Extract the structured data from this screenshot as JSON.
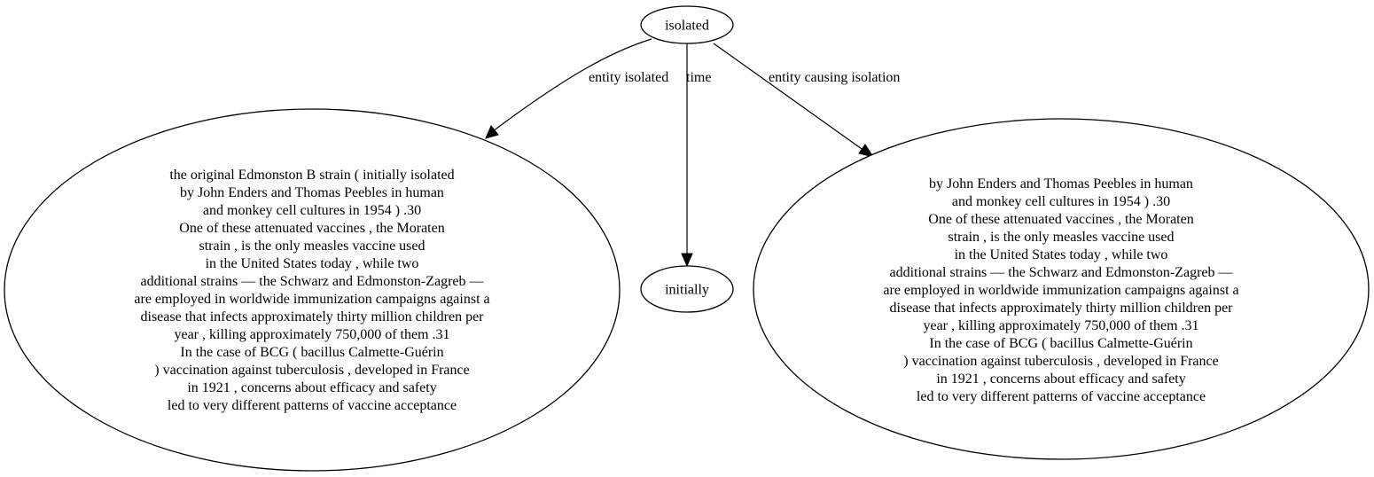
{
  "graph": {
    "nodes": {
      "isolated": {
        "label": "isolated"
      },
      "initially": {
        "label": "initially"
      },
      "left_text": {
        "lines": [
          "the original Edmonston B strain ( initially isolated",
          "by John Enders and Thomas Peebles in human",
          "and monkey cell cultures in 1954 ) .30",
          "One of these attenuated vaccines , the Moraten",
          "strain , is the only measles vaccine used",
          "in the United States today , while two",
          "additional strains — the Schwarz and Edmonston-Zagreb —",
          "are employed in worldwide immunization campaigns against a",
          "disease that infects approximately thirty million children per",
          "year , killing approximately 750,000 of them .31",
          "In the case of BCG ( bacillus Calmette-Guérin",
          ") vaccination against tuberculosis , developed in France",
          "in 1921 , concerns about efficacy and safety",
          "led to very different patterns of vaccine acceptance"
        ]
      },
      "right_text": {
        "lines": [
          "by John Enders and Thomas Peebles in human",
          "and monkey cell cultures in 1954 ) .30",
          "One of these attenuated vaccines , the Moraten",
          "strain , is the only measles vaccine used",
          "in the United States today , while two",
          "additional strains — the Schwarz and Edmonston-Zagreb —",
          "are employed in worldwide immunization campaigns against a",
          "disease that infects approximately thirty million children per",
          "year , killing approximately 750,000 of them .31",
          "In the case of BCG ( bacillus Calmette-Guérin",
          ") vaccination against tuberculosis , developed in France",
          "in 1921 , concerns about efficacy and safety",
          "led to very different patterns of vaccine acceptance"
        ]
      }
    },
    "edges": [
      {
        "from": "isolated",
        "to": "left_text",
        "label": "entity isolated"
      },
      {
        "from": "isolated",
        "to": "initially",
        "label": "time"
      },
      {
        "from": "isolated",
        "to": "right_text",
        "label": "entity causing isolation"
      }
    ]
  }
}
